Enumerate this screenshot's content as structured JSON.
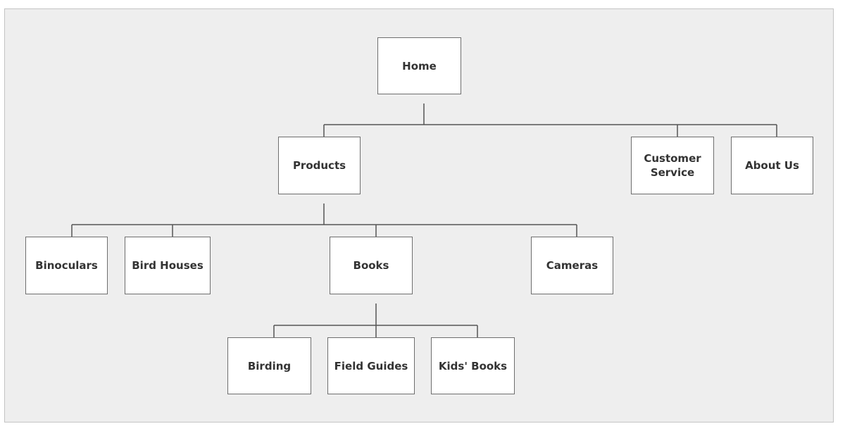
{
  "sitemap": {
    "home": "Home",
    "products": "Products",
    "customer_service": "Customer Service",
    "about_us": "About Us",
    "binoculars": "Binoculars",
    "bird_houses": "Bird Houses",
    "books": "Books",
    "cameras": "Cameras",
    "birding": "Birding",
    "field_guides": "Field Guides",
    "kids_books": "Kids' Books"
  },
  "colors": {
    "background": "#eeeeee",
    "node_fill": "#ffffff",
    "node_border": "#6e6e6e",
    "connector": "#555555",
    "text": "#333333"
  }
}
